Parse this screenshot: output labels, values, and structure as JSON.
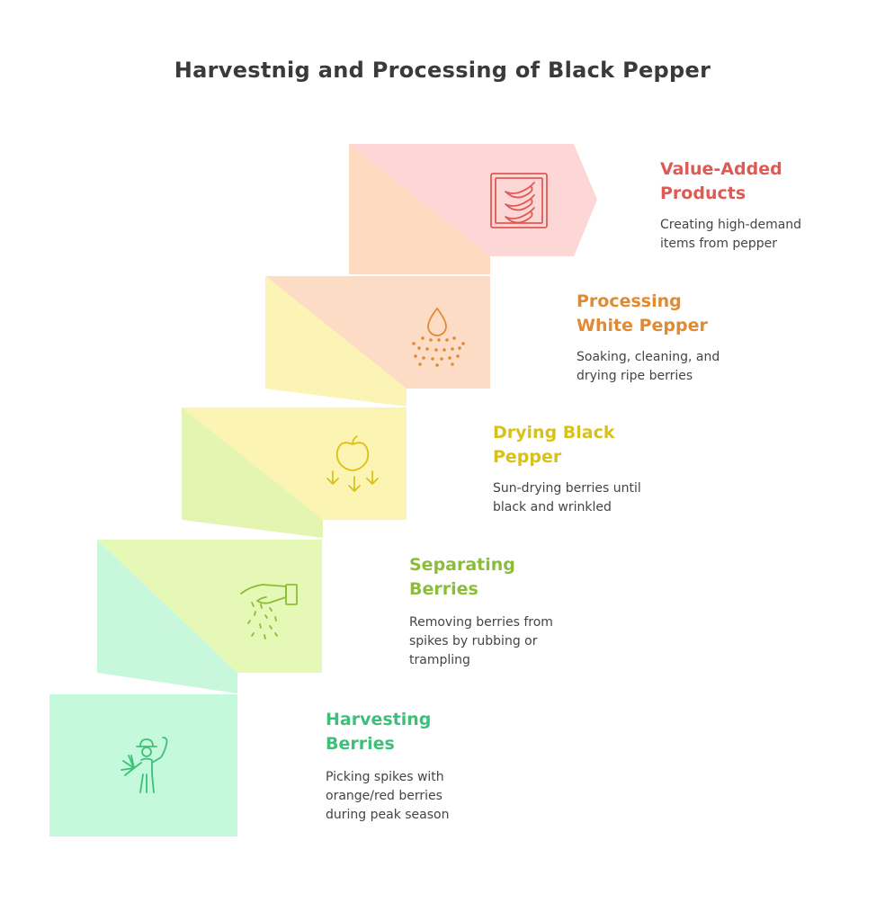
{
  "title": "Harvestnig and Processing of Black Pepper",
  "steps": [
    {
      "title_line1": "Value-Added",
      "title_line2": "Products",
      "desc_line1": "Creating high-demand",
      "desc_line2": "items from pepper",
      "desc_line3": "",
      "icon": "chili-peppers-icon",
      "color": "#e05a55"
    },
    {
      "title_line1": "Processing",
      "title_line2": "White Pepper",
      "desc_line1": "Soaking, cleaning, and",
      "desc_line2": "drying ripe berries",
      "desc_line3": "",
      "icon": "water-drop-icon",
      "color": "#e08a34"
    },
    {
      "title_line1": "Drying Black",
      "title_line2": "Pepper",
      "desc_line1": "Sun-drying berries until",
      "desc_line2": "black and wrinkled",
      "desc_line3": "",
      "icon": "falling-fruit-icon",
      "color": "#d8c21a"
    },
    {
      "title_line1": "Separating",
      "title_line2": "Berries",
      "desc_line1": "Removing berries from",
      "desc_line2": "spikes by rubbing or",
      "desc_line3": "trampling",
      "icon": "hand-scattering-icon",
      "color": "#8cbd3a"
    },
    {
      "title_line1": "Harvesting",
      "title_line2": "Berries",
      "desc_line1": "Picking spikes with",
      "desc_line2": "orange/red berries",
      "desc_line3": "during peak season",
      "icon": "farmer-icon",
      "color": "#3fc07a"
    }
  ]
}
